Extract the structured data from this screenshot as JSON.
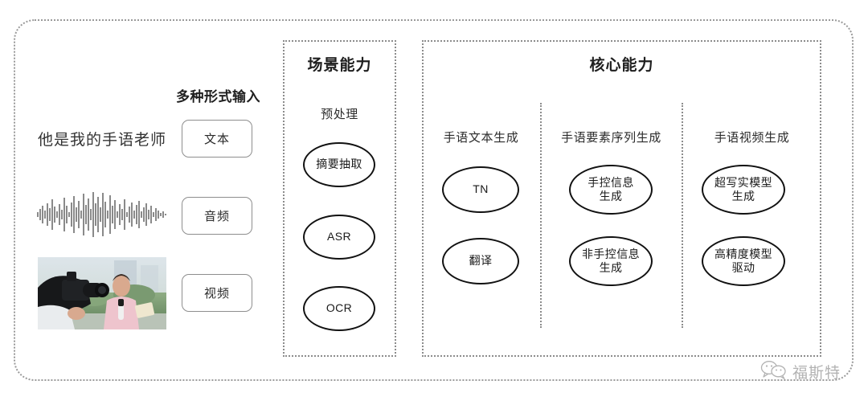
{
  "diagram": {
    "title_hidden": "",
    "accent_color": "#111111",
    "border_color": "#8c8c8c"
  },
  "input_section": {
    "heading": "多种形式输入",
    "sample_text": "他是我的手语老师",
    "modalities": [
      {
        "label": "文本",
        "icon": "text-icon"
      },
      {
        "label": "音频",
        "icon": "waveform-icon"
      },
      {
        "label": "视频",
        "icon": "video-thumbnail-icon"
      }
    ]
  },
  "scene_capability": {
    "title": "场景能力",
    "columns": [
      {
        "label": "预处理",
        "nodes": [
          "摘要抽取",
          "ASR",
          "OCR"
        ]
      }
    ]
  },
  "core_capability": {
    "title": "核心能力",
    "columns": [
      {
        "label": "手语文本生成",
        "nodes": [
          "TN",
          "翻译"
        ]
      },
      {
        "label": "手语要素序列生成",
        "nodes": [
          "手控信息\n生成",
          "非手控信息\n生成"
        ]
      },
      {
        "label": "手语视频生成",
        "nodes": [
          "超写实模型\n生成",
          "高精度模型\n驱动"
        ]
      }
    ]
  },
  "watermark": {
    "icon": "wechat-icon",
    "text": "福斯特"
  }
}
